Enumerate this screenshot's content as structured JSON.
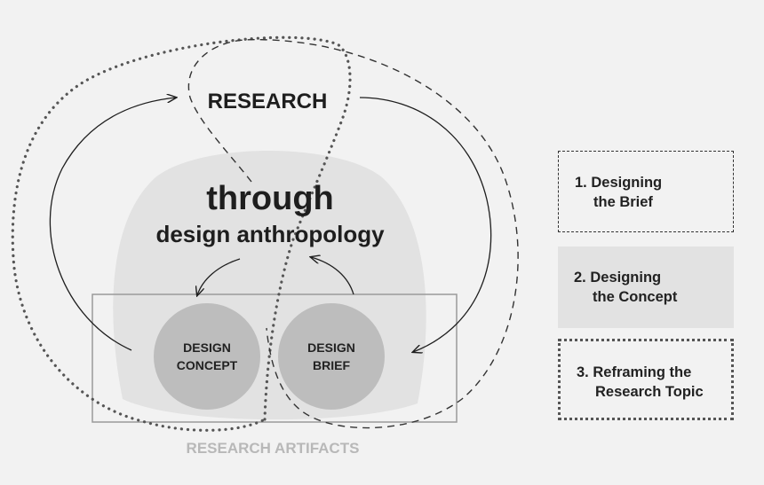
{
  "diagram": {
    "top_label": "RESEARCH",
    "center_title": "through",
    "center_subtitle": "design anthropology",
    "node_concept": {
      "line1": "DESIGN",
      "line2": "CONCEPT"
    },
    "node_brief": {
      "line1": "DESIGN",
      "line2": "BRIEF"
    },
    "artifacts_label": "RESEARCH ARTIFACTS"
  },
  "legend": [
    {
      "number": "1.",
      "line1": "Designing",
      "line2": "the Brief",
      "style": "dashed"
    },
    {
      "number": "2.",
      "line1": "Designing",
      "line2": "the Concept",
      "style": "filled"
    },
    {
      "number": "3.",
      "line1": "Reframing the",
      "line2": "Research Topic",
      "style": "dotted"
    }
  ],
  "colors": {
    "background": "#f2f2f2",
    "blob": "#e2e2e2",
    "circle": "#bdbdbd",
    "ink": "#1e1e1e",
    "artifacts_text": "#b8b8b8"
  }
}
